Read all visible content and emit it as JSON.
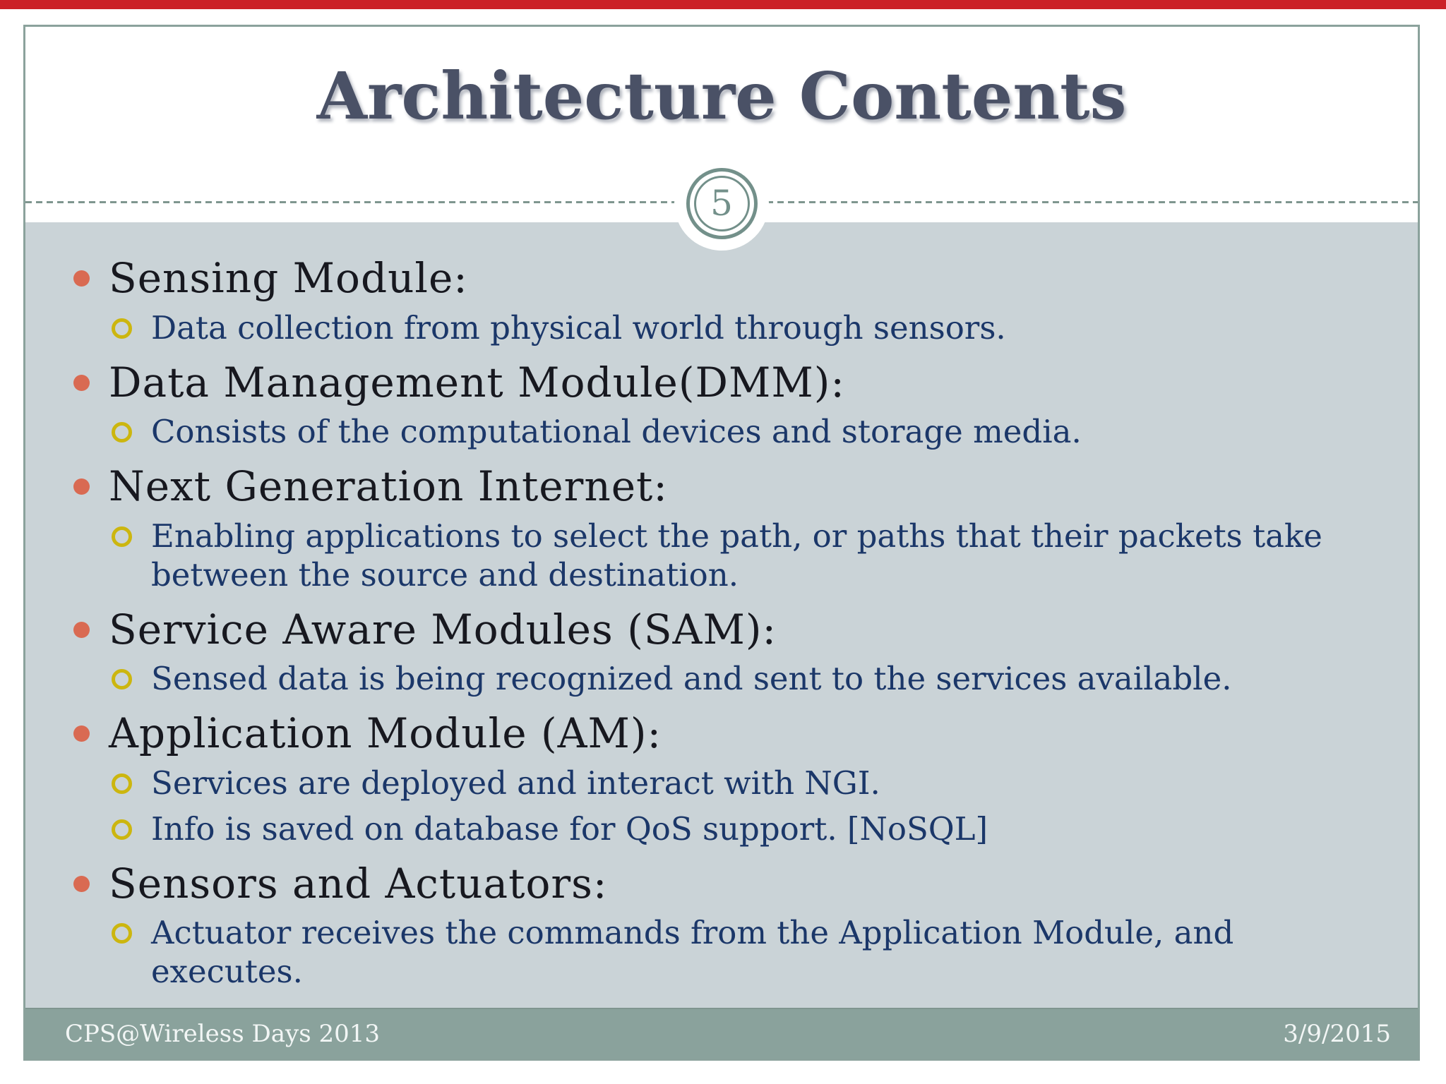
{
  "slide": {
    "title": "Architecture Contents",
    "page_number": "5",
    "bullets": [
      {
        "label": "Sensing Module:",
        "subs": [
          "Data collection from physical world through sensors."
        ]
      },
      {
        "label": "Data Management Module(DMM):",
        "subs": [
          "Consists of the computational devices and storage media."
        ]
      },
      {
        "label": "Next Generation Internet:",
        "subs": [
          "Enabling applications to select the path, or paths that their packets take\nbetween the source and destination."
        ]
      },
      {
        "label": "Service Aware Modules (SAM):",
        "subs": [
          "Sensed data is being recognized and sent to the services available."
        ]
      },
      {
        "label": "Application Module (AM):",
        "subs": [
          "Services are deployed and interact with NGI.",
          "Info is saved on database for QoS support. [NoSQL]"
        ]
      },
      {
        "label": "Sensors and Actuators:",
        "subs": [
          "Actuator receives the commands from the Application Module, and\nexecutes."
        ]
      }
    ],
    "footer": {
      "left": "CPS@Wireless Days 2013",
      "right": "3/9/2015"
    }
  },
  "colors": {
    "top_strip": "#cb2127",
    "border": "#8ba29c",
    "title_text": "#4a5166",
    "content_bg": "#cad3d7",
    "footer_bg": "#8aa29c",
    "footer_text": "#f2f6f5",
    "accent_bullet": "#d96a52",
    "sub_bullet_ring": "#ccb60f",
    "main_text": "#17181f",
    "body_text": "#1b3769",
    "badge_ring": "#73908a",
    "dash": "#7f968f"
  }
}
